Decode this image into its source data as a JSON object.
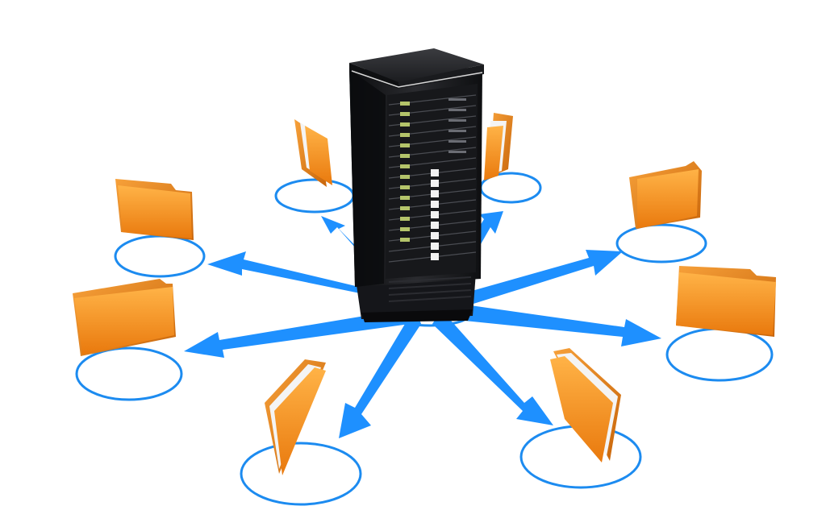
{
  "scene": {
    "subject": "server-tower-with-folders",
    "colors": {
      "background": "#ffffff",
      "arrow_blue": "#1e90ff",
      "ring_blue": "#1c8bf0",
      "folder_orange": "#f28a1a",
      "folder_light": "#ffb347",
      "folder_dark": "#c8650a",
      "server_body": "#1e1f22",
      "server_top": "#2c2d31",
      "led_green": "#b4c46a",
      "led_white": "#f2f2f2"
    },
    "icons": [
      "server-icon",
      "folder-icon",
      "arrow-icon",
      "ring-icon"
    ],
    "folder_count": 8,
    "arrow_count": 8
  }
}
